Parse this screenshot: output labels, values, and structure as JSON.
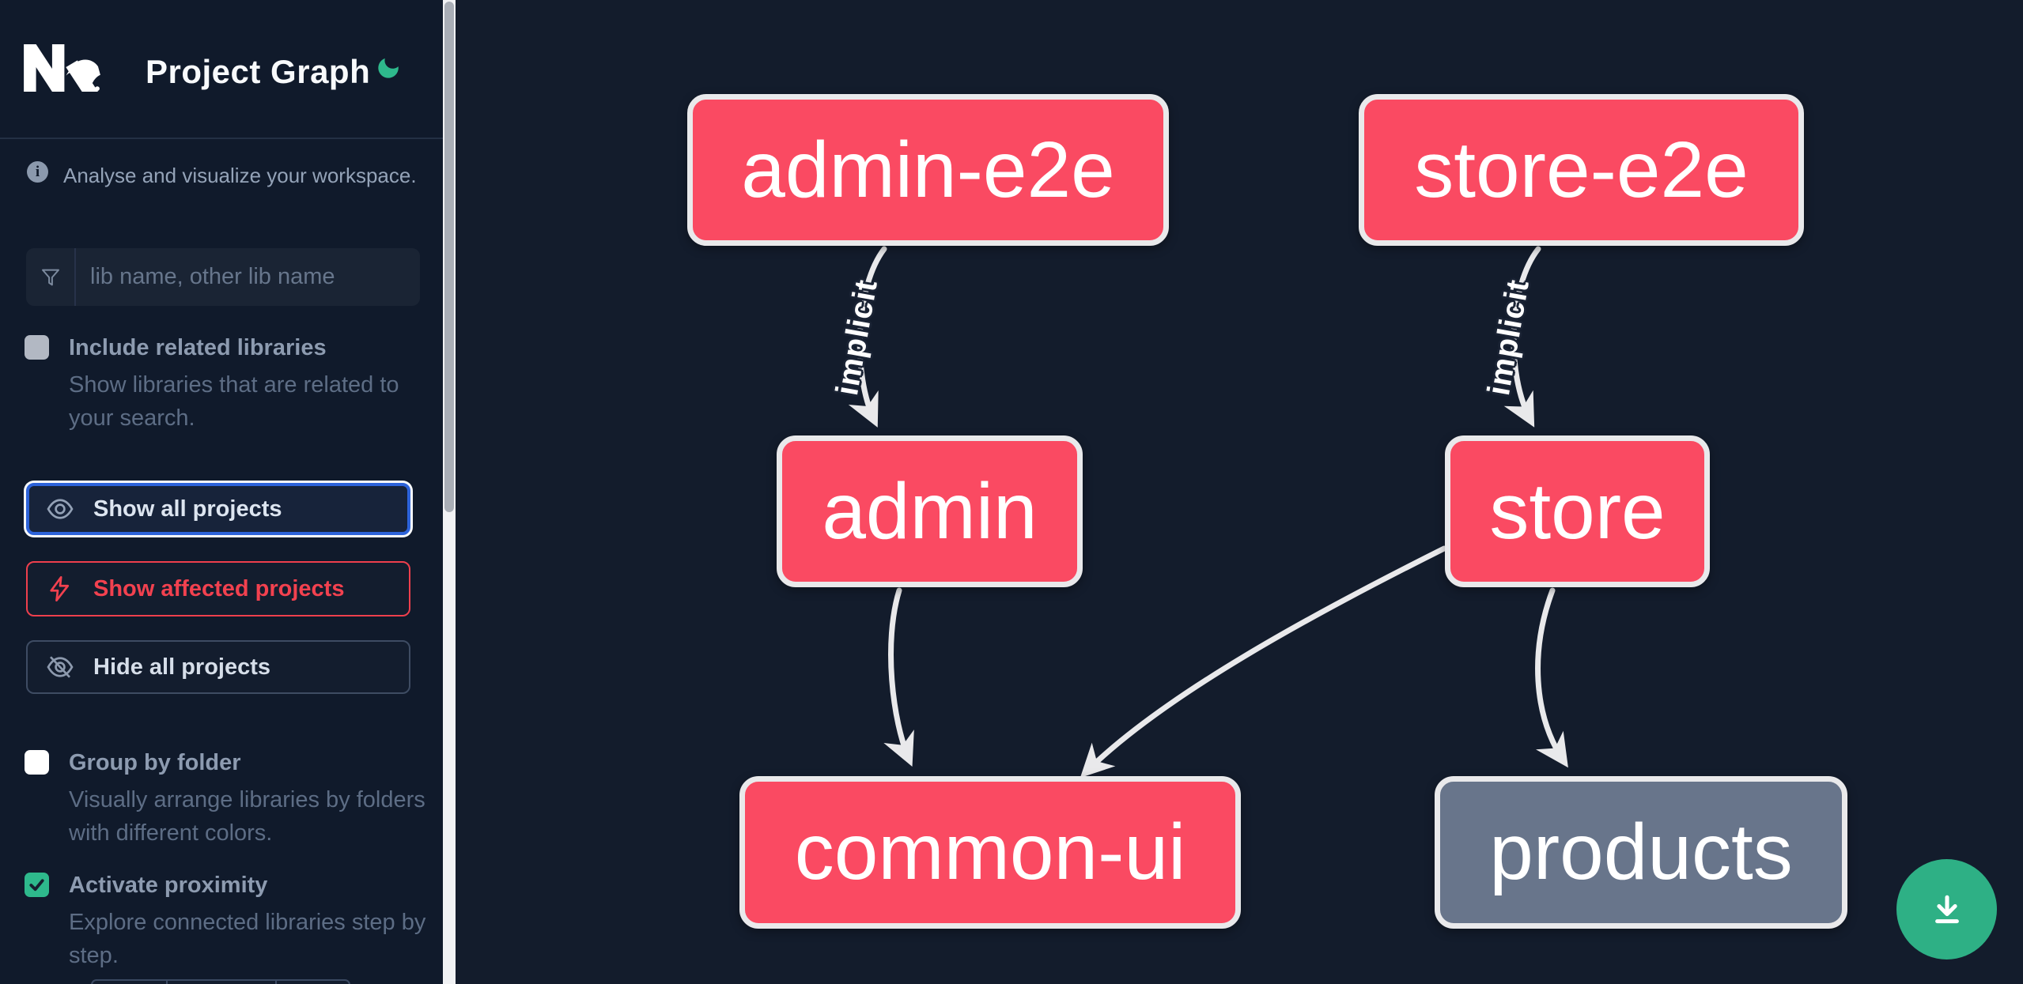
{
  "app": {
    "title": "Project Graph",
    "logo": "nx-logo",
    "theme_toggle": "moon-icon"
  },
  "sidebar": {
    "subtitle": "Analyse and visualize your workspace.",
    "search": {
      "placeholder": "lib name, other lib name",
      "icon": "funnel-icon",
      "value": ""
    },
    "toggles": [
      {
        "label": "Include related libraries",
        "description": "Show libraries that are related to your search.",
        "checked": false
      },
      {
        "label": "Group by folder",
        "description": "Visually arrange libraries by folders with different colors.",
        "checked": false
      },
      {
        "label": "Activate proximity",
        "description": "Explore connected libraries step by step.",
        "checked": true
      }
    ],
    "buttons": [
      {
        "label": "Show all projects",
        "icon": "eye-icon",
        "state": "focused"
      },
      {
        "label": "Show affected projects",
        "icon": "bolt-icon",
        "state": "affected"
      },
      {
        "label": "Hide all projects",
        "icon": "eye-off-icon",
        "state": "default"
      }
    ]
  },
  "graph": {
    "nodes": [
      {
        "id": "admin-e2e",
        "label": "admin-e2e",
        "kind": "affected"
      },
      {
        "id": "store-e2e",
        "label": "store-e2e",
        "kind": "affected"
      },
      {
        "id": "admin",
        "label": "admin",
        "kind": "affected"
      },
      {
        "id": "store",
        "label": "store",
        "kind": "affected"
      },
      {
        "id": "common-ui",
        "label": "common-ui",
        "kind": "affected"
      },
      {
        "id": "products",
        "label": "products",
        "kind": "normal"
      }
    ],
    "edges": [
      {
        "source": "admin-e2e",
        "target": "admin",
        "label": "implicit",
        "type": "implicit"
      },
      {
        "source": "store-e2e",
        "target": "store",
        "label": "implicit",
        "type": "implicit"
      },
      {
        "source": "admin",
        "target": "common-ui",
        "label": "",
        "type": "static"
      },
      {
        "source": "store",
        "target": "common-ui",
        "label": "",
        "type": "static"
      },
      {
        "source": "store",
        "target": "products",
        "label": "",
        "type": "static"
      }
    ]
  },
  "fab": {
    "icon": "download-icon"
  },
  "colors": {
    "sidebar_bg": "#101a2b",
    "canvas_bg": "#131c2c",
    "affected_node": "#fa4a62",
    "normal_node": "#68758b",
    "node_border": "#e9e9eb",
    "edge": "#e9e9eb",
    "accent_green": "#2eb98c",
    "focus_blue": "#2d63da",
    "danger_red": "#ee3f4d"
  }
}
